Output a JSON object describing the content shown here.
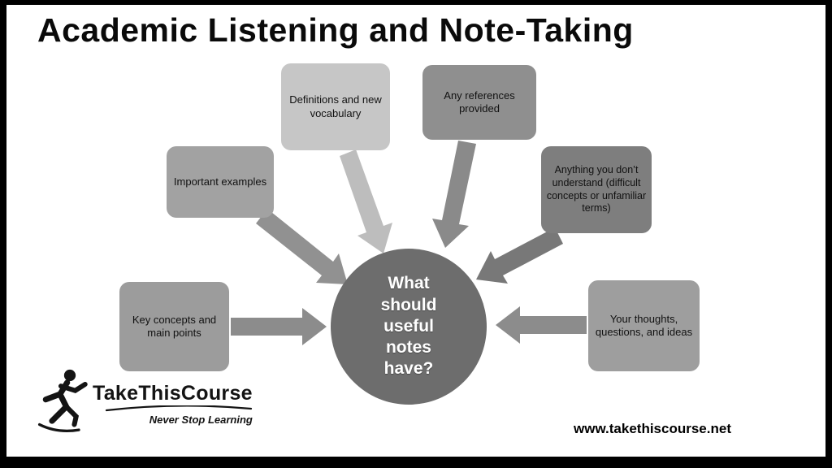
{
  "page": {
    "title": "Academic Listening and Note-Taking",
    "website": "www.takethiscourse.net",
    "background_color": "#ffffff",
    "frame_color": "#000000"
  },
  "logo": {
    "name": "TakeThisCourse",
    "tagline": "Never Stop Learning",
    "icon": "runner-icon",
    "color": "#141414"
  },
  "diagram": {
    "type": "spoke-hub",
    "center": {
      "label": "What should useful notes have?",
      "color": "#6d6d6d",
      "text_color": "#ffffff"
    },
    "boxes": [
      {
        "id": "key-concepts",
        "label": "Key concepts and main points",
        "color": "#9c9c9c",
        "arrow_color": "#8c8c8c"
      },
      {
        "id": "important",
        "label": "Important examples",
        "color": "#a2a2a2",
        "arrow_color": "#919191"
      },
      {
        "id": "definitions",
        "label": "Definitions and new vocabulary",
        "color": "#c6c6c6",
        "arrow_color": "#bdbdbd"
      },
      {
        "id": "references",
        "label": "Any references provided",
        "color": "#8f8f8f",
        "arrow_color": "#8a8a8a"
      },
      {
        "id": "dont-understand",
        "label": "Anything you don’t understand (difficult concepts or unfamiliar terms)",
        "color": "#7e7e7e",
        "arrow_color": "#787878"
      },
      {
        "id": "thoughts",
        "label": "Your thoughts, questions, and ideas",
        "color": "#9e9e9e",
        "arrow_color": "#8c8c8c"
      }
    ]
  }
}
